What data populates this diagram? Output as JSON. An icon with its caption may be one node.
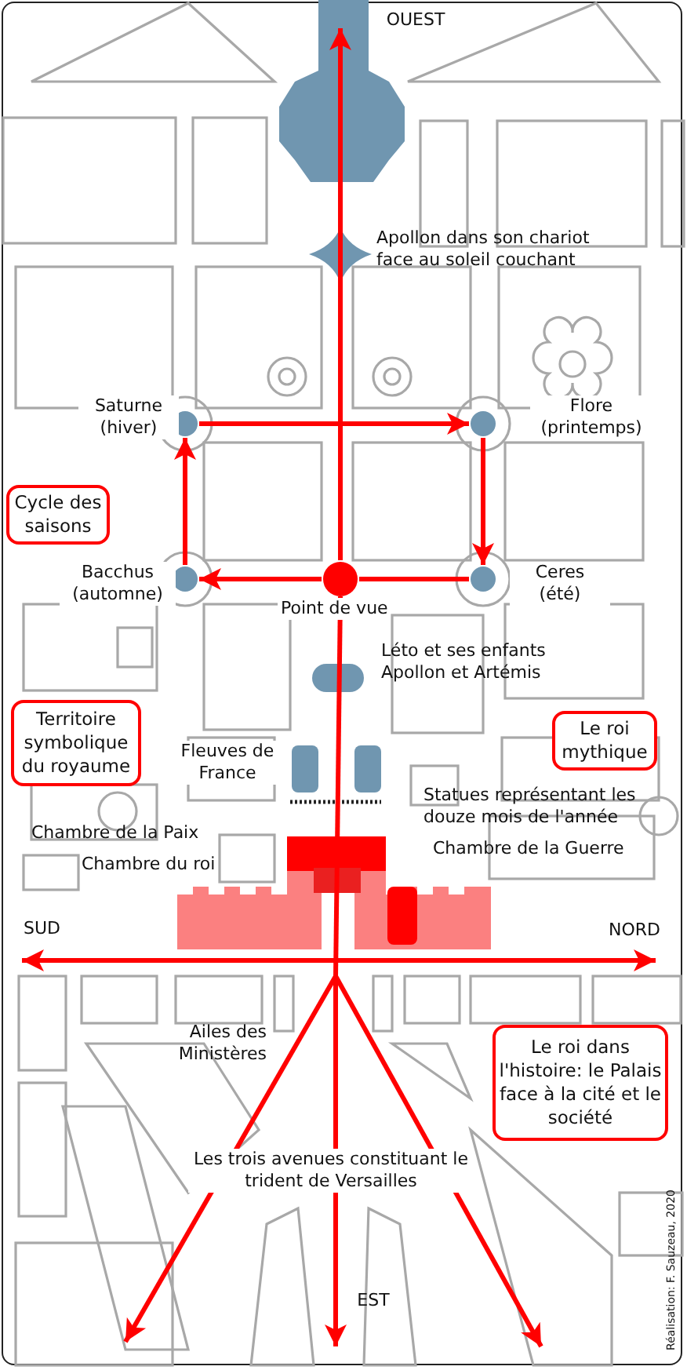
{
  "diagram": {
    "nodes": [
      {
        "text": [],
        "shape": "circle",
        "beside": [
          "Saturne (hiver)"
        ]
      },
      {
        "text": [],
        "shape": "circle",
        "beside": [
          "Flore (printemps)"
        ]
      },
      {
        "text": [
          "Cycle des saisons"
        ]
      },
      {
        "text": [],
        "shape": "circle",
        "beside": [
          "Bacchus (automne)"
        ]
      },
      {
        "text": [],
        "shape": "circle",
        "beside": [
          "Point de vue"
        ]
      },
      {
        "text": [],
        "shape": "circle",
        "beside": [
          "Ceres (été)"
        ]
      },
      {
        "text": [
          "Territoire symbolique du royaume"
        ]
      },
      {
        "text": [
          "Le roi mythique"
        ]
      },
      {
        "text": [
          "Le roi dans l'histoire: le Palais face à la cité et le société"
        ]
      }
    ],
    "edges": [
      {
        "from": 4,
        "to": null,
        "arrow": "to"
      },
      {
        "from": 0,
        "to": 1,
        "arrow": "to"
      },
      {
        "from": 1,
        "to": 5,
        "arrow": "to"
      },
      {
        "from": 5,
        "to": 4,
        "arrow": "none"
      },
      {
        "from": 4,
        "to": 3,
        "arrow": "to"
      },
      {
        "from": 3,
        "to": 0,
        "arrow": "to"
      }
    ],
    "labels": [
      "OUEST",
      "Apollon dans son chariot face au soleil couchant",
      "Léto et ses enfants Apollon et Artémis",
      "Fleuves de France",
      "Statues représentant les douze mois de l'année",
      "Chambre de la Paix",
      "Chambre de la Guerre",
      "Chambre du roi",
      "SUD",
      "NORD",
      "Ailes des Ministères",
      "Les trois avenues constituant le trident de Versailles",
      "EST",
      "Réalisation: F. Sauzeau, 2020"
    ]
  }
}
